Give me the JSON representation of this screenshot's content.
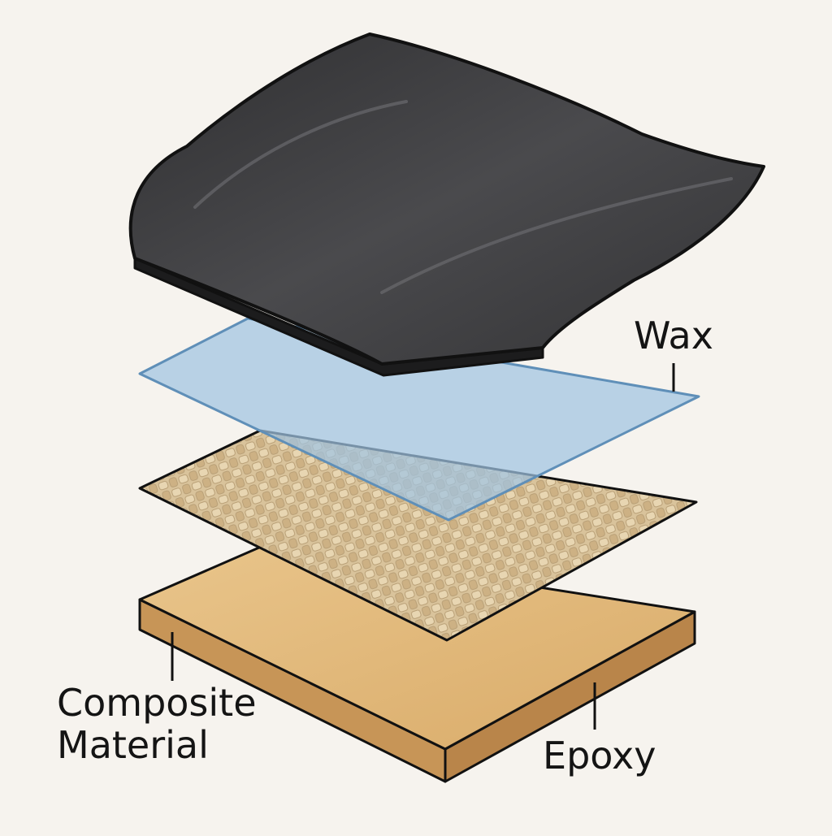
{
  "labels": {
    "wax": "Wax",
    "composite_material": [
      "Composite",
      "Material"
    ],
    "epoxy": "Epoxy"
  },
  "layers": [
    "hood",
    "wax-sheet",
    "woven-fabric",
    "epoxy-slab"
  ],
  "colors": {
    "background": "#f6f3ee",
    "hood": "#3c3c3e",
    "wax_sheet": "#9fc3e2",
    "fabric": "#d8c29a",
    "slab_top": "#e4bb7c",
    "slab_side": "#c79557",
    "outline": "#111111"
  }
}
